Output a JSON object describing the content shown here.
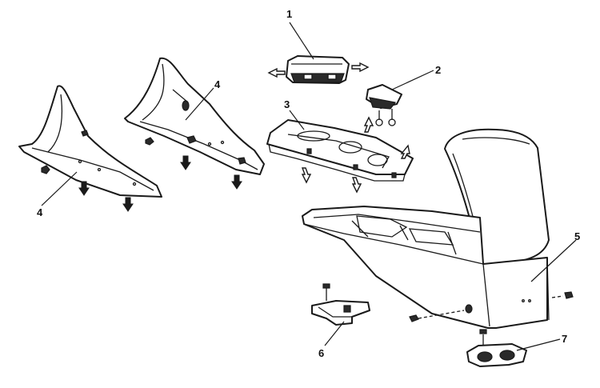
{
  "diagram": {
    "callouts": [
      {
        "id": "c1",
        "label": "1"
      },
      {
        "id": "c2",
        "label": "2"
      },
      {
        "id": "c3",
        "label": "3"
      },
      {
        "id": "c4a",
        "label": "4"
      },
      {
        "id": "c4b",
        "label": "4"
      },
      {
        "id": "c5",
        "label": "5"
      },
      {
        "id": "c6",
        "label": "6"
      },
      {
        "id": "c7",
        "label": "7"
      }
    ]
  }
}
